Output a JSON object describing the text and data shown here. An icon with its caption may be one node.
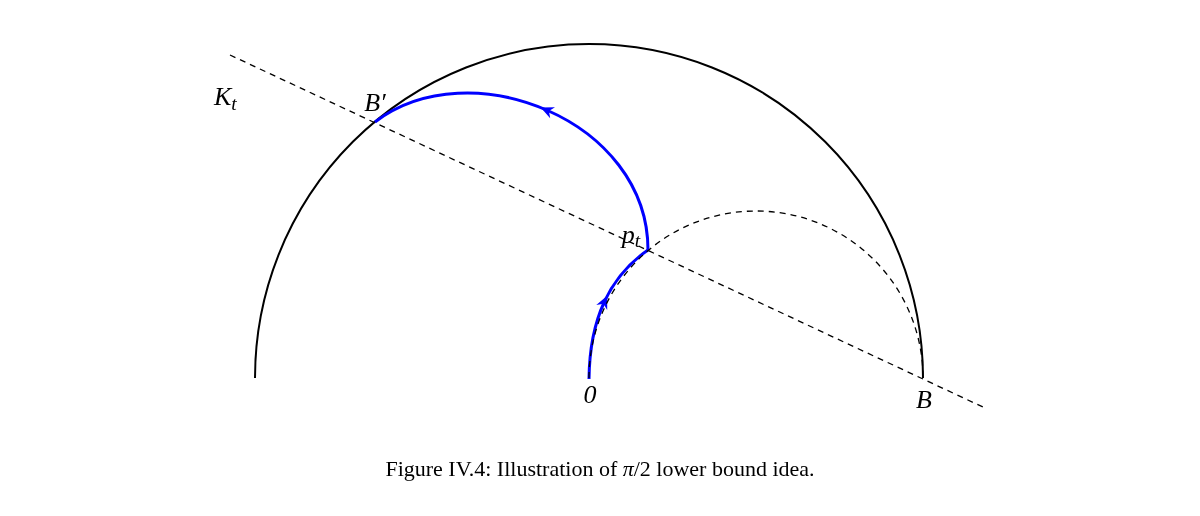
{
  "diagram": {
    "caption": "Figure IV.4: Illustration of *π*/2 lower bound idea.",
    "nodes": [
      {
        "text": [
          "0"
        ]
      },
      {
        "text": [
          "p$_{t}$"
        ]
      },
      {
        "text": [
          "B′"
        ]
      },
      {
        "text": [
          "B"
        ]
      }
    ],
    "edges": [
      {
        "from": 0,
        "to": 1,
        "arrow": "to",
        "color": "#0000ff"
      },
      {
        "from": 1,
        "to": 2,
        "arrow": "to",
        "color": "#0000ff"
      },
      {
        "from": 0,
        "to": 3,
        "arrow": "none",
        "style": "dashed",
        "color": "#000000"
      }
    ],
    "labels": [
      "K$_{t}$"
    ]
  }
}
